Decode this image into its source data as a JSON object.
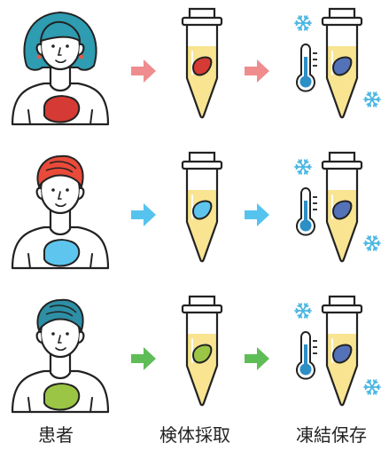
{
  "labels": {
    "patient": "患者",
    "sample": "検体採取",
    "frozen": "凍結保存"
  },
  "rows": [
    {
      "hair": "#2e9cb1",
      "hair_style": "bob",
      "tissue": "#d53b34",
      "arrow": "#ef8c8e",
      "frozen_tissue": "#5472b8"
    },
    {
      "hair": "#e94a39",
      "hair_style": "short",
      "tissue": "#5ec6ee",
      "arrow": "#56c3ee",
      "frozen_tissue": "#5472b8"
    },
    {
      "hair": "#2d8fa6",
      "hair_style": "short",
      "tissue": "#9bc545",
      "arrow": "#5fbd58",
      "frozen_tissue": "#5472b8"
    }
  ],
  "colors": {
    "outline": "#222222",
    "liquid": "#f8e491",
    "thermometer": "#2c8fc6",
    "snowflake": "#49b6e2"
  },
  "icons": [
    "patient-figure",
    "arrow-right-icon",
    "sample-tube-icon",
    "thermometer-icon",
    "snowflake-icon"
  ]
}
